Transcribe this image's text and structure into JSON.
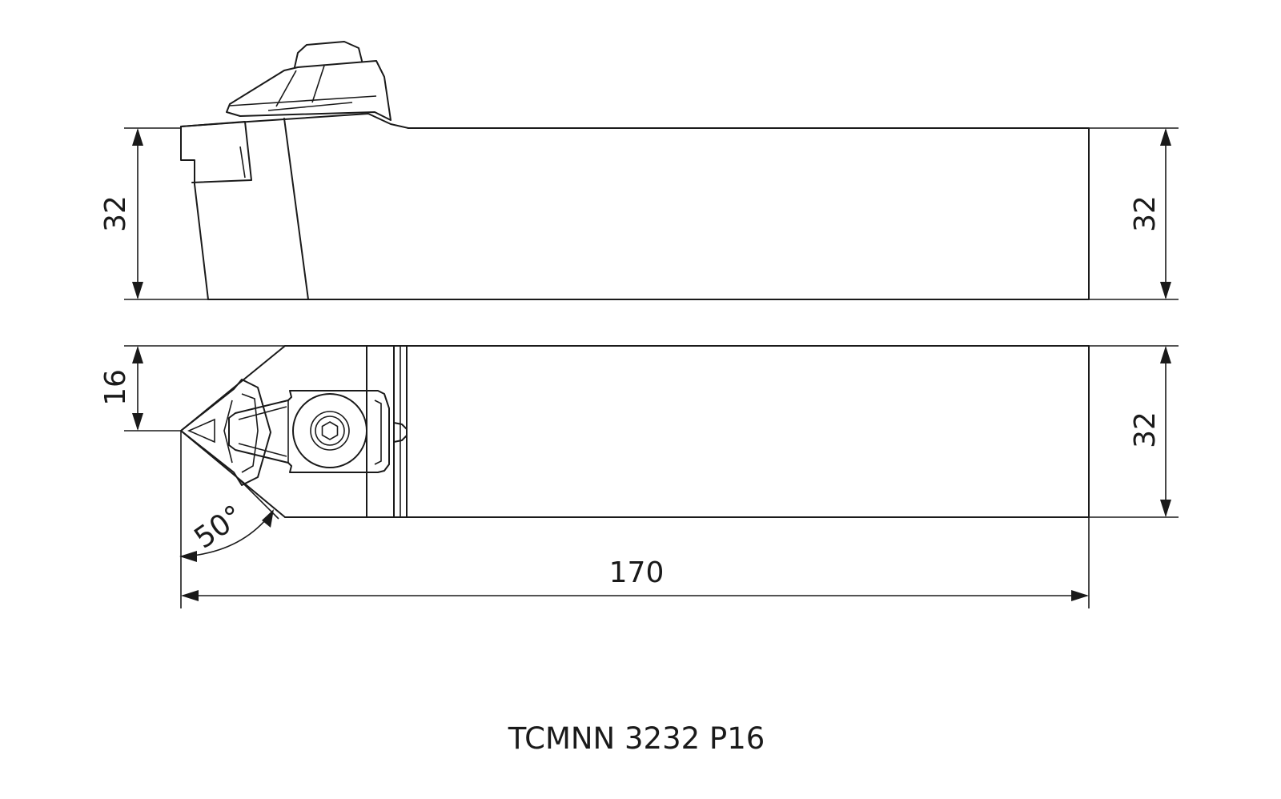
{
  "dimensions": {
    "side_height_left": "32",
    "side_height_right": "32",
    "top_offset": "16",
    "top_width_right": "32",
    "angle": "50°",
    "overall_length": "170"
  },
  "caption": "TCMNN 3232 P16"
}
